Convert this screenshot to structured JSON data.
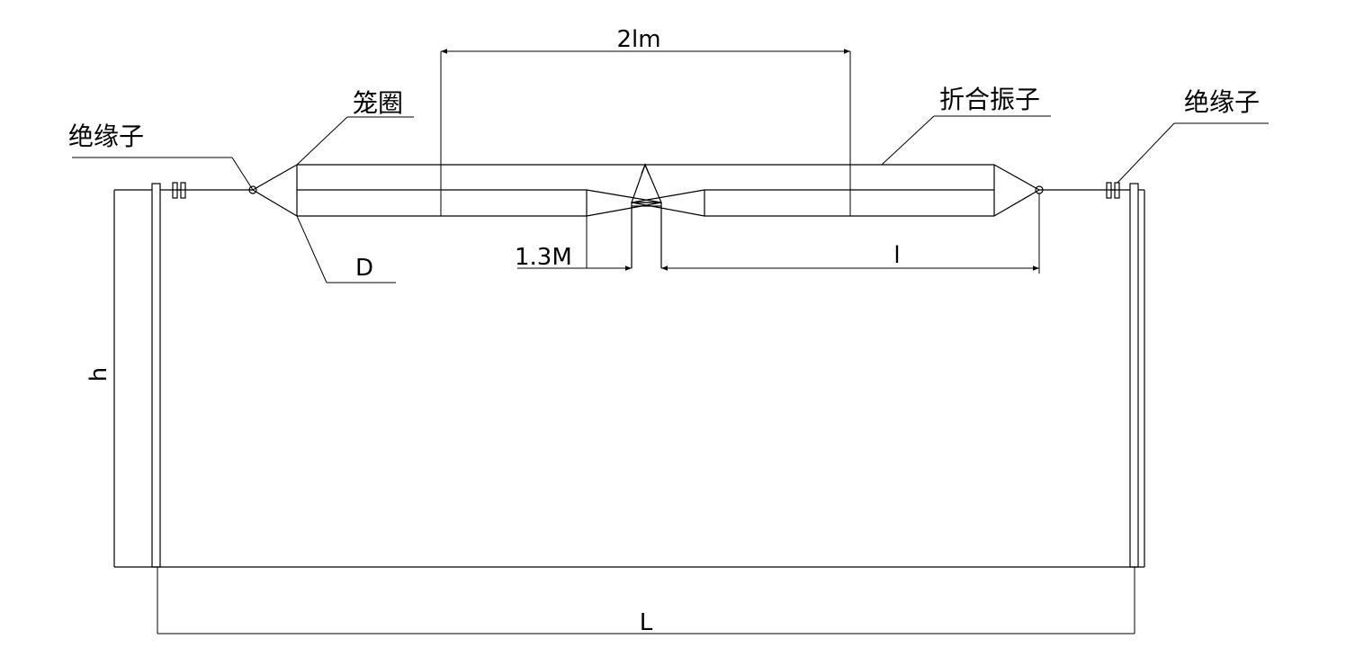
{
  "labels": {
    "insulator_left": "绝缘子",
    "insulator_right": "绝缘子",
    "cage_ring": "笼圈",
    "folded_dipole": "折合振子",
    "diameter": "D",
    "gap": "1.3M",
    "half_length": "l",
    "center_span": "2lm",
    "height": "h",
    "total_length": "L"
  },
  "colors": {
    "stroke": "#000000",
    "background": "#ffffff"
  }
}
